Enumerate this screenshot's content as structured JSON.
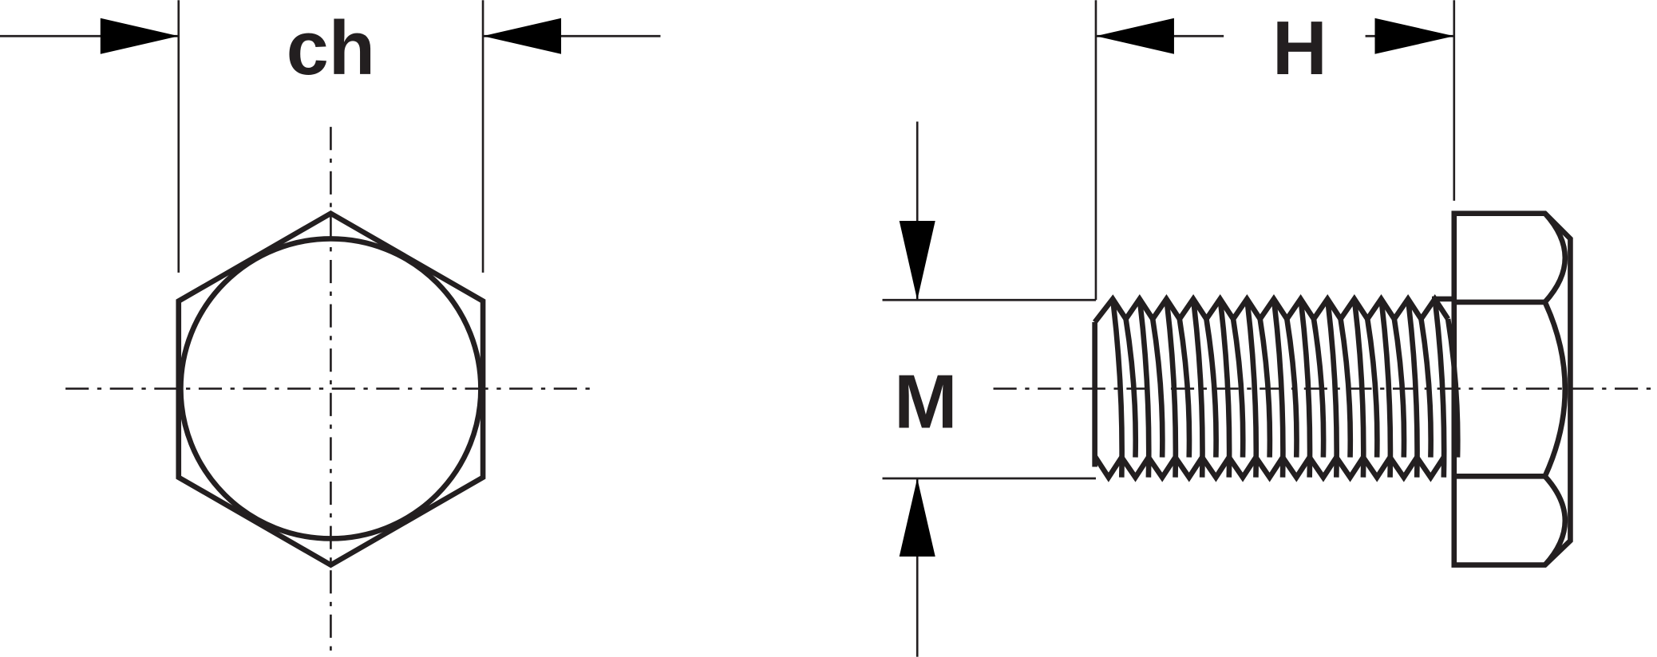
{
  "labels": {
    "across_flats": "ch",
    "head_height": "H",
    "thread_diameter": "M"
  },
  "colors": {
    "line": "#231f20",
    "arrow": "#000000",
    "background": "#ffffff"
  }
}
